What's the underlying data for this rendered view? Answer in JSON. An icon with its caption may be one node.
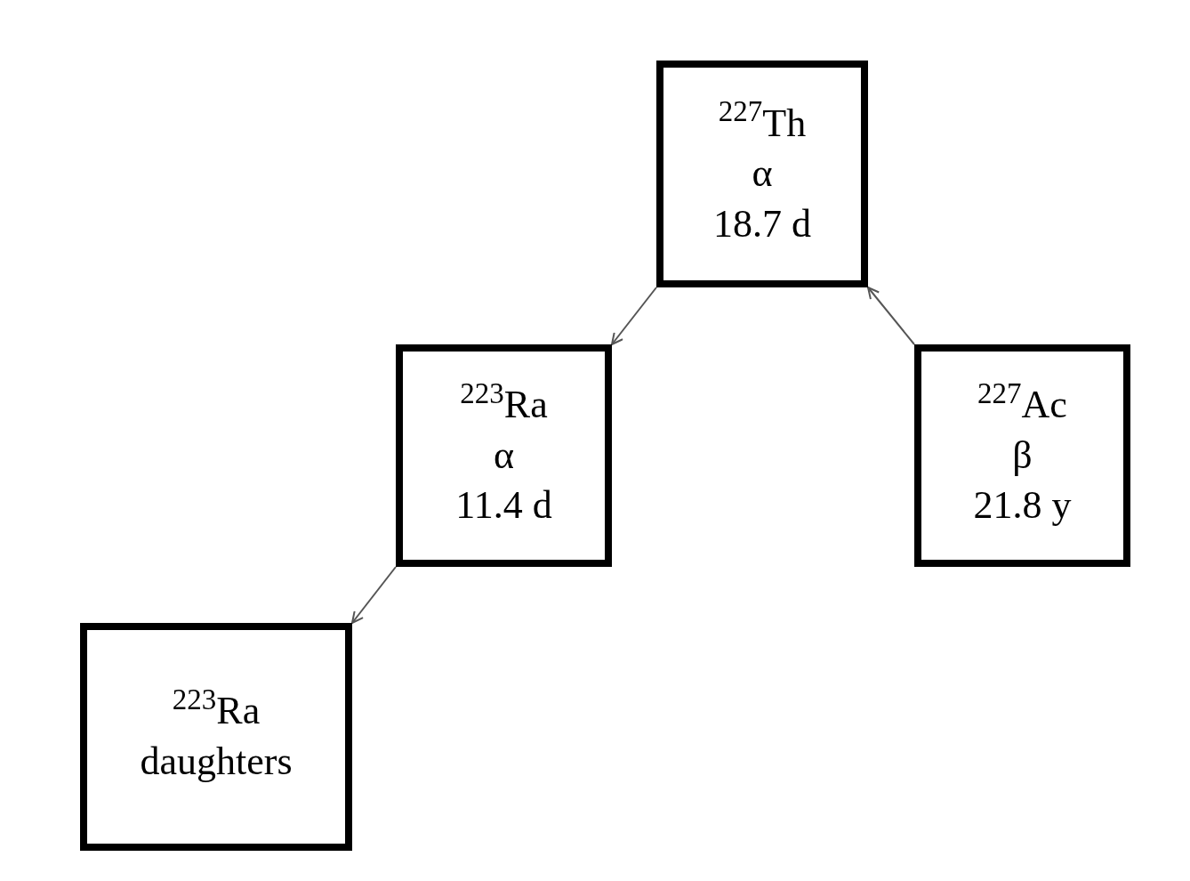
{
  "diagram": {
    "nodes": [
      {
        "text": [
          "$^{227}$Th",
          "α",
          "18.7 d"
        ]
      },
      {
        "text": [
          "$^{223}$Ra",
          "α",
          "11.4 d"
        ]
      },
      {
        "text": [
          "$^{227}$Ac",
          "β",
          "21.8 y"
        ]
      },
      {
        "text": [
          "$^{223}$Ra",
          "daughters"
        ]
      }
    ],
    "edges": [
      {
        "from": 2,
        "to": 0,
        "arrow": "to"
      },
      {
        "from": 0,
        "to": 1,
        "arrow": "to"
      },
      {
        "from": 1,
        "to": 3,
        "arrow": "to"
      }
    ]
  }
}
